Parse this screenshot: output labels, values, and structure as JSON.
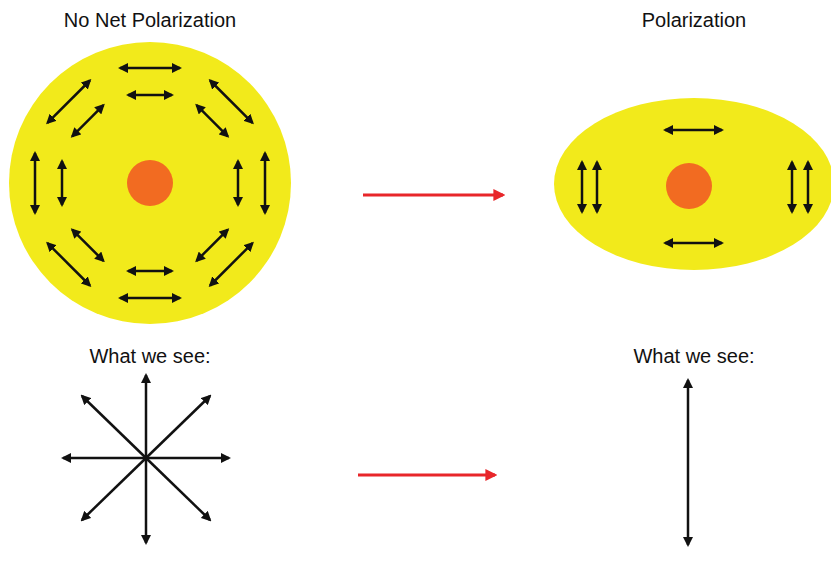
{
  "diagram": {
    "labels": [
      "No Net Polarization",
      "Polarization",
      "What we see:",
      "What we see:"
    ]
  }
}
